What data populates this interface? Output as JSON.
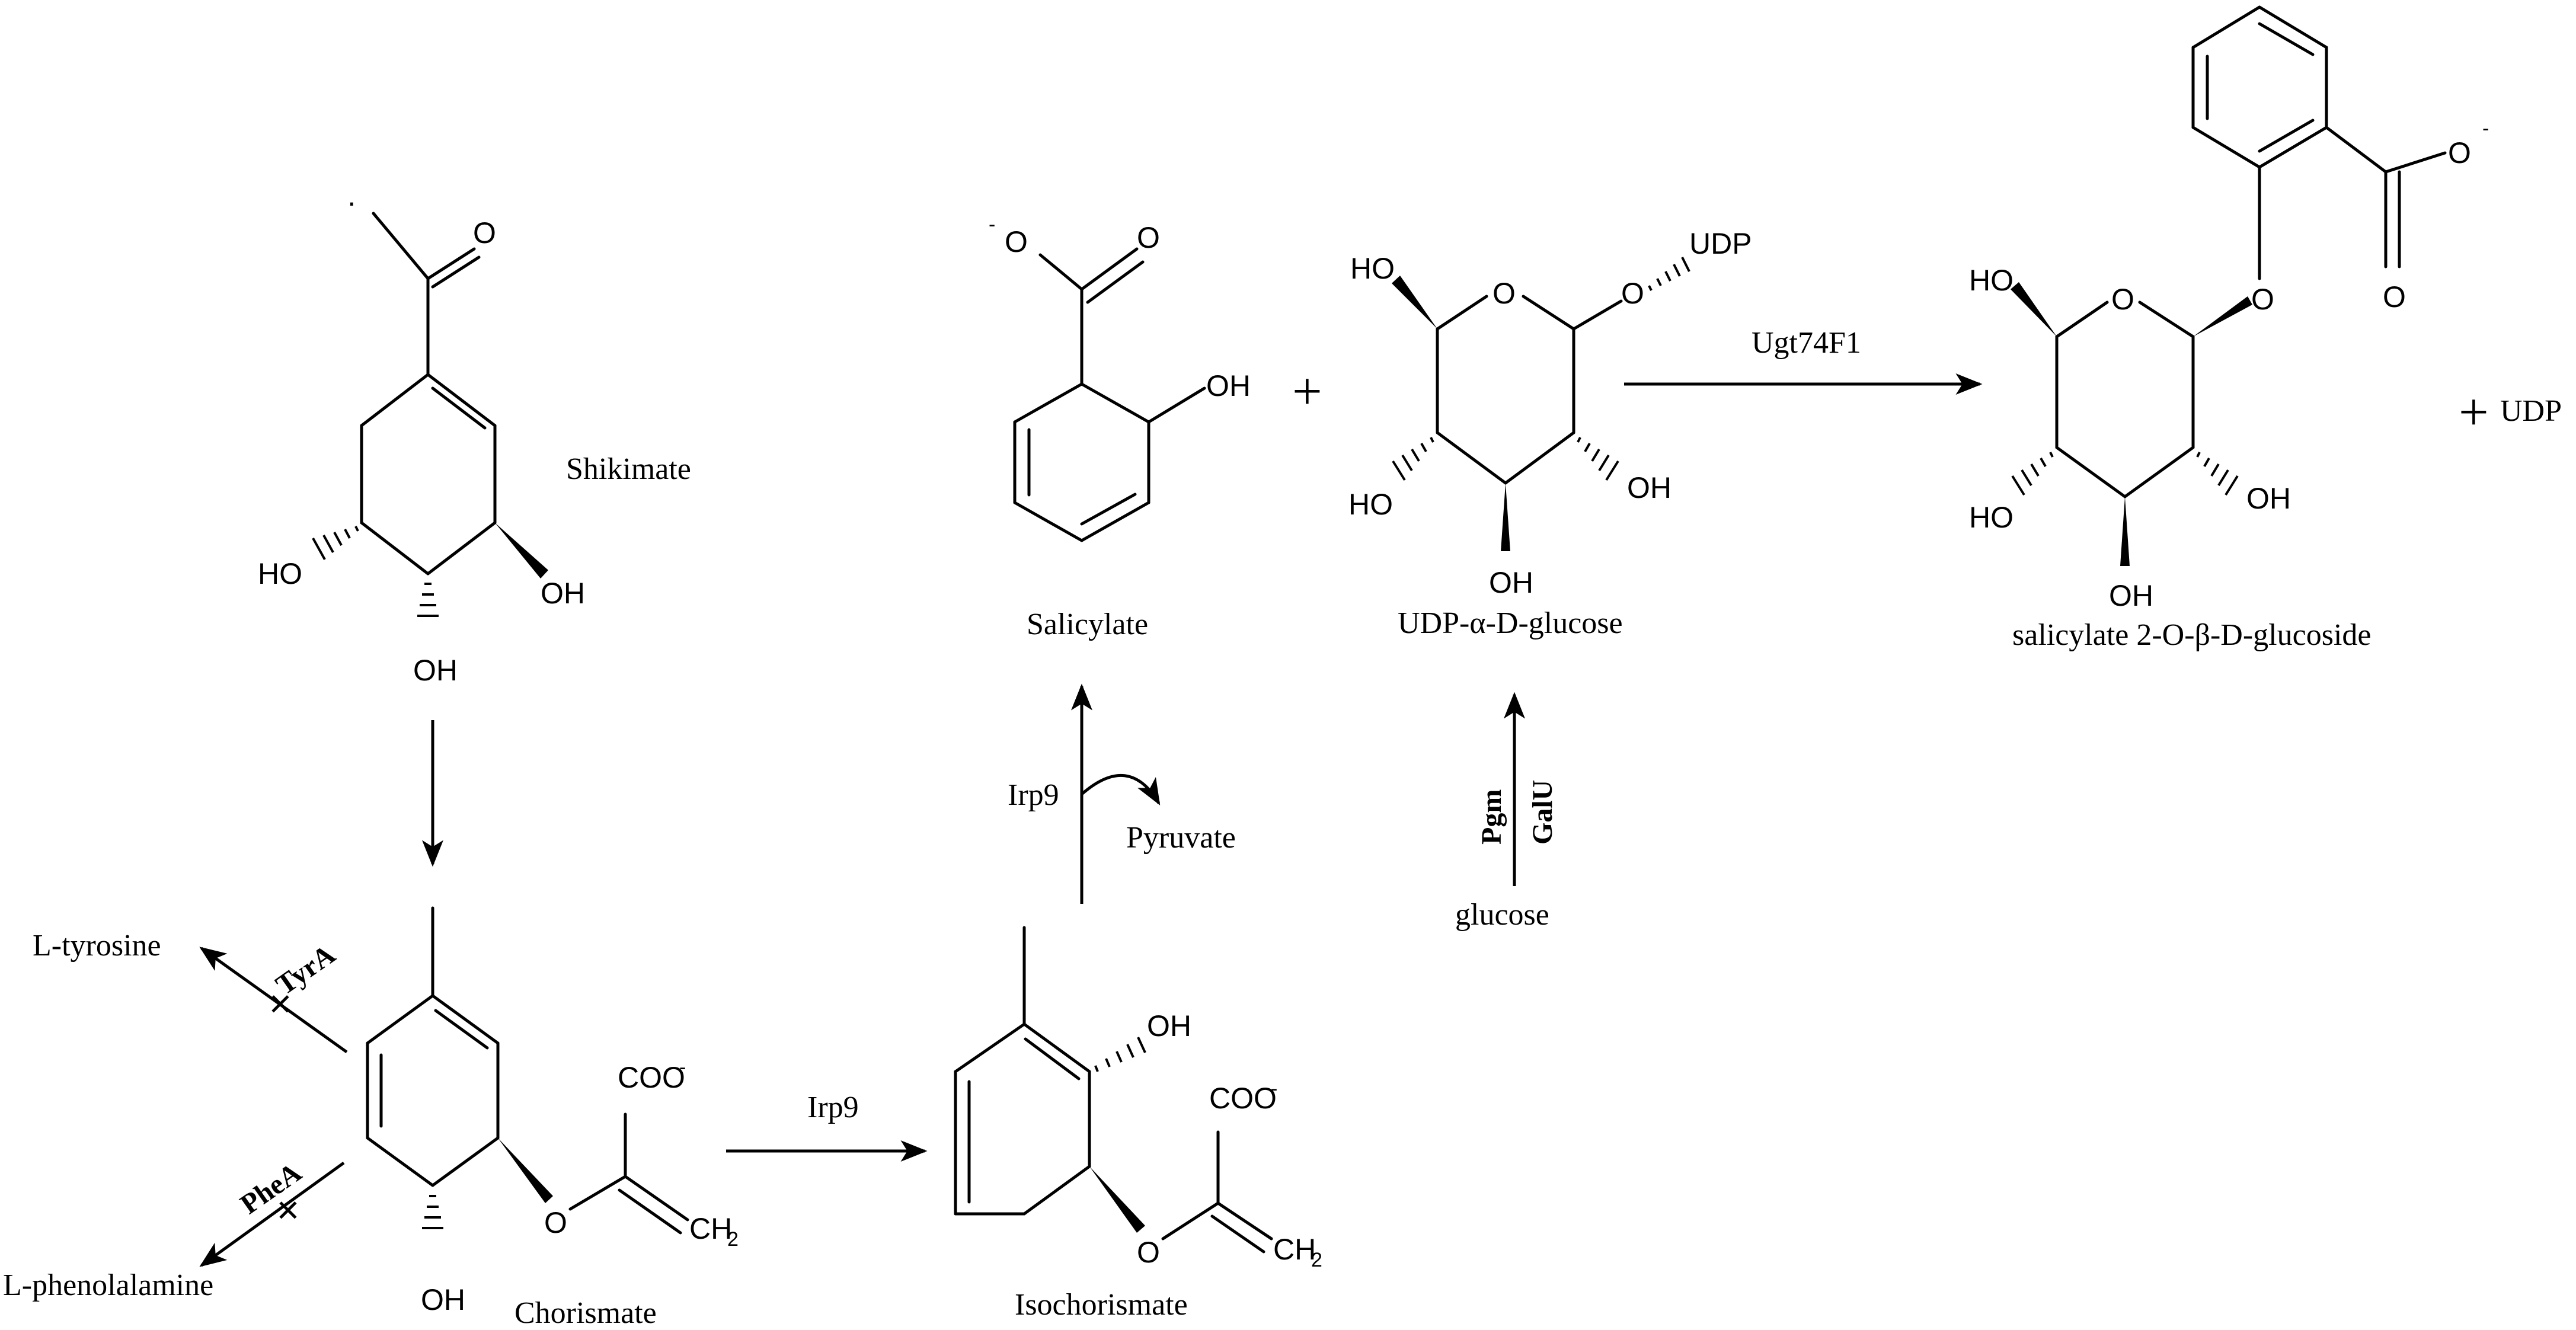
{
  "compounds": {
    "shikimate": "Shikimate",
    "chorismate": "Chorismate",
    "isochorismate": "Isochorismate",
    "salicylate": "Salicylate",
    "udp_glucose": "UDP-α-D-glucose",
    "salicylate_glucoside": "salicylate 2-O-β-D-glucoside",
    "l_tyrosine": "L-tyrosine",
    "l_phenylalanine": "L-phenolalamine",
    "pyruvate": "Pyruvate",
    "glucose": "glucose",
    "udp": "UDP"
  },
  "enzymes": {
    "tyra": "TyrA",
    "phea": "PheA",
    "irp9_a": "Irp9",
    "irp9_b": "Irp9",
    "ugt74f1": "Ugt74F1",
    "pgm": "Pgm",
    "galu": "GalU"
  },
  "atoms": {
    "o": "O",
    "oh": "OH",
    "ho": "HO",
    "coo": "COO",
    "ch2": "CH",
    "sub2": "2",
    "minus": "-",
    "udp": "UDP",
    "dot": "·"
  },
  "symbols": {
    "plus": "+",
    "block": "✕"
  }
}
